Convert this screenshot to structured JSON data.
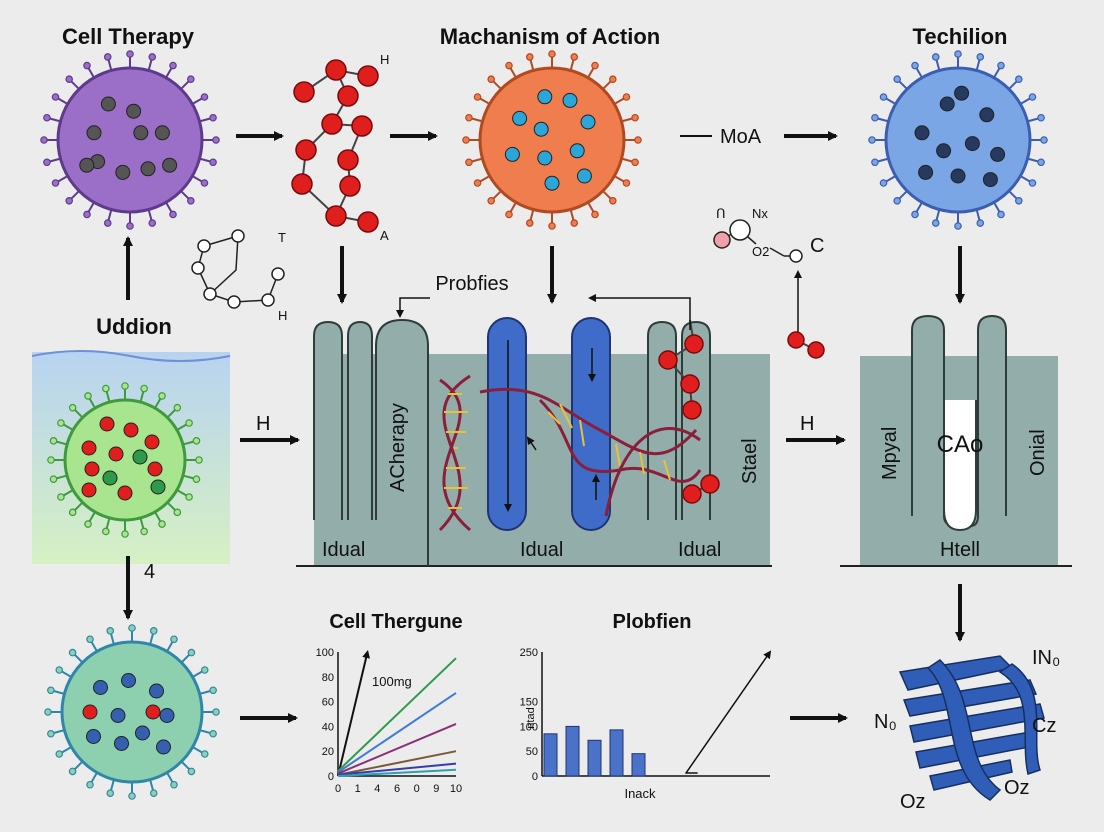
{
  "titles": {
    "cell_therapy": "Cell Therapy",
    "mechanism": "Machanism of Action",
    "techilion": "Techilion",
    "uddion": "Uddion",
    "probfies": "Probfies",
    "cell_thergune": "Cell Thergune",
    "plobfien": "Plobfien"
  },
  "labels": {
    "moa": "MoA",
    "h_left": "H",
    "h_right": "H",
    "four": "4",
    "molecule_h": "H",
    "molecule_a": "A",
    "small_t": "T",
    "small_h": "H",
    "n_x": "Nx",
    "o2": "O2",
    "c": "C",
    "icon_glyph": "Ո"
  },
  "membrane": {
    "acherapy": "ACherapy",
    "idual_1": "Idual",
    "idual_2": "Idual",
    "idual_3": "Idual",
    "stael": "Stael"
  },
  "right_panel": {
    "mpyal": "Mpyal",
    "cao": "CAo",
    "onial": "Onial",
    "htell": "Htell"
  },
  "protein": {
    "in0": "IN₀",
    "n0": "N₀",
    "cz": "Cz",
    "oz_left": "Oz",
    "oz_right": "Oz"
  },
  "colors": {
    "purple_cell": "#9b6fc8",
    "orange_cell": "#f07d4d",
    "blue_cell": "#7aa6e6",
    "green_cell": "#a9e48e",
    "teal_cell": "#8cd0b0",
    "membrane": "#93aeaa",
    "blue_pillar": "#3f6cc8",
    "molecule_red": "#e01e1e",
    "dna": "#8a1f3a",
    "protein": "#2f5db8"
  },
  "chart_data": [
    {
      "type": "line",
      "title": "Cell Thergune",
      "annotation": "100mg",
      "x_ticks": [
        "0",
        "1",
        "4",
        "6",
        "0",
        "9",
        "10"
      ],
      "y_ticks": [
        "0",
        "20",
        "40",
        "60",
        "80",
        "100"
      ],
      "ylim": [
        0,
        100
      ],
      "xlim": [
        0,
        10
      ],
      "series": [
        {
          "values_x": [
            0,
            2.5
          ],
          "values_y": [
            0,
            100
          ],
          "color": "#111111"
        },
        {
          "values_x": [
            0,
            10
          ],
          "values_y": [
            4,
            95
          ],
          "color": "#2e9a4a"
        },
        {
          "values_x": [
            0,
            10
          ],
          "values_y": [
            3,
            67
          ],
          "color": "#3d7bd8"
        },
        {
          "values_x": [
            0,
            10
          ],
          "values_y": [
            2,
            42
          ],
          "color": "#8a2f7a"
        },
        {
          "values_x": [
            0,
            10
          ],
          "values_y": [
            1,
            20
          ],
          "color": "#7a5a3a"
        },
        {
          "values_x": [
            0,
            10
          ],
          "values_y": [
            1,
            10
          ],
          "color": "#3a3ab0"
        },
        {
          "values_x": [
            0,
            10
          ],
          "values_y": [
            0,
            5
          ],
          "color": "#2aa0b0"
        }
      ]
    },
    {
      "type": "bar",
      "title": "Plobfien",
      "xlabel": "Inack",
      "ylabel": "ntad",
      "y_ticks": [
        "0",
        "50",
        "100",
        "150",
        "250"
      ],
      "ylim": [
        0,
        250
      ],
      "values": [
        85,
        100,
        72,
        93,
        45
      ],
      "trend_line": {
        "from": [
          6.3,
          5
        ],
        "to": [
          10,
          250
        ]
      }
    }
  ]
}
